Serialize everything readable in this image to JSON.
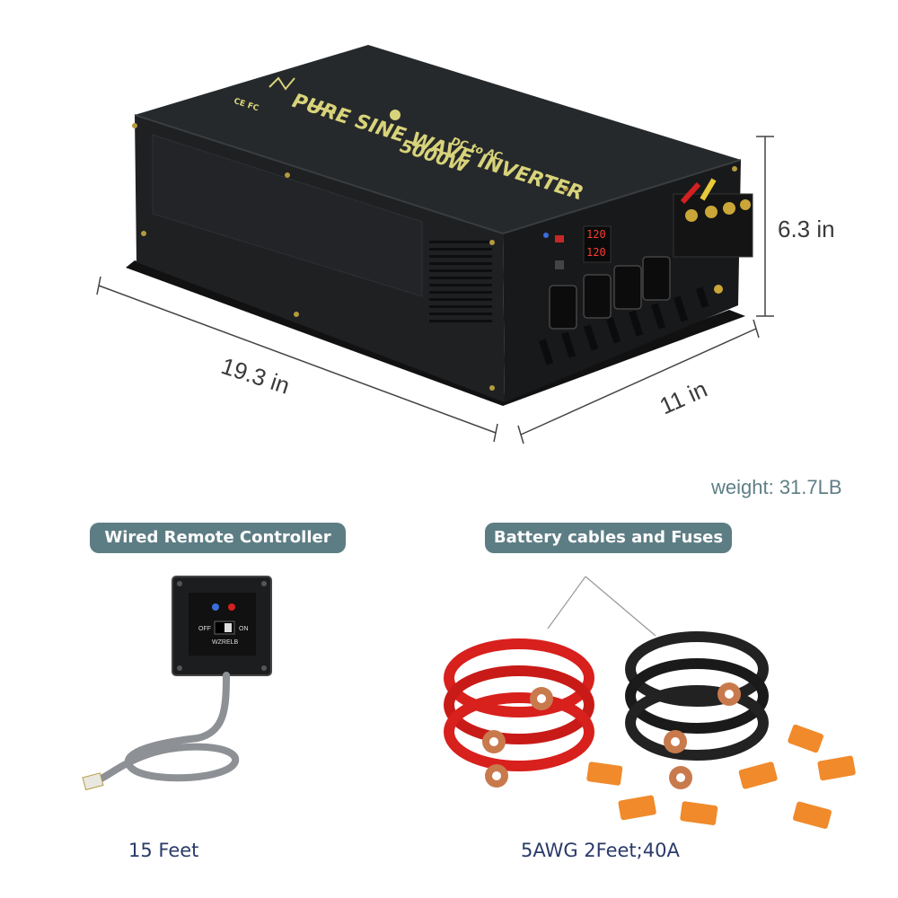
{
  "product": {
    "face_title": "PURE SINE WAVE INVERTER",
    "face_subtitle": "DC to AC",
    "face_power": "5000W",
    "face_cert": "CE FC",
    "display_top": "120",
    "display_bottom": "120"
  },
  "dimensions": {
    "length": "19.3 in",
    "depth": "11 in",
    "height": "6.3 in"
  },
  "weight": "weight: 31.7LB",
  "accessories": {
    "remote": {
      "label": "Wired Remote Controller",
      "caption": "15 Feet",
      "switch_off": "OFF",
      "switch_on": "ON",
      "brand": "WZRELB"
    },
    "cables": {
      "label": "Battery cables and Fuses",
      "caption": "5AWG 2Feet;40A"
    }
  },
  "colors": {
    "accent": "#5d7d84",
    "case": "#1f2123",
    "face_text": "#d8d37a",
    "red_cable": "#d8201d",
    "black_cable": "#222222",
    "fuse": "#f08a2b"
  }
}
